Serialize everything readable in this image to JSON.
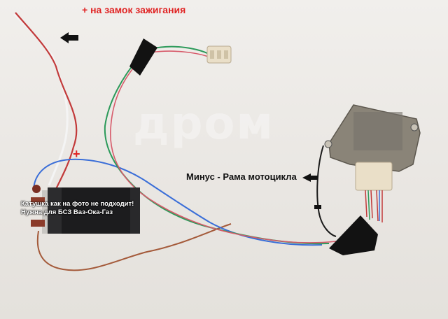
{
  "labels": {
    "ignition": "+ на замок зажигания",
    "minus": "Минус - Рама мотоцикла",
    "coil_note_line1": "Катушка как на фото не подходит!",
    "coil_note_line2": "Нужна для БСЗ  Ваз-Ока-Газ",
    "plus_mark": "+"
  },
  "watermark": "дром",
  "colors": {
    "annotation_red": "#e02323",
    "annotation_black": "#111111",
    "wire_red": "#c23a3a",
    "wire_white": "#f2f2f2",
    "wire_green": "#2c9a5a",
    "wire_blue": "#3a6ed8",
    "wire_black": "#1a1a1a",
    "coil_body": "#1c1c1e",
    "module_body": "#8a8478"
  },
  "icons": [
    "arrow-left-icon",
    "arrow-left-icon"
  ]
}
